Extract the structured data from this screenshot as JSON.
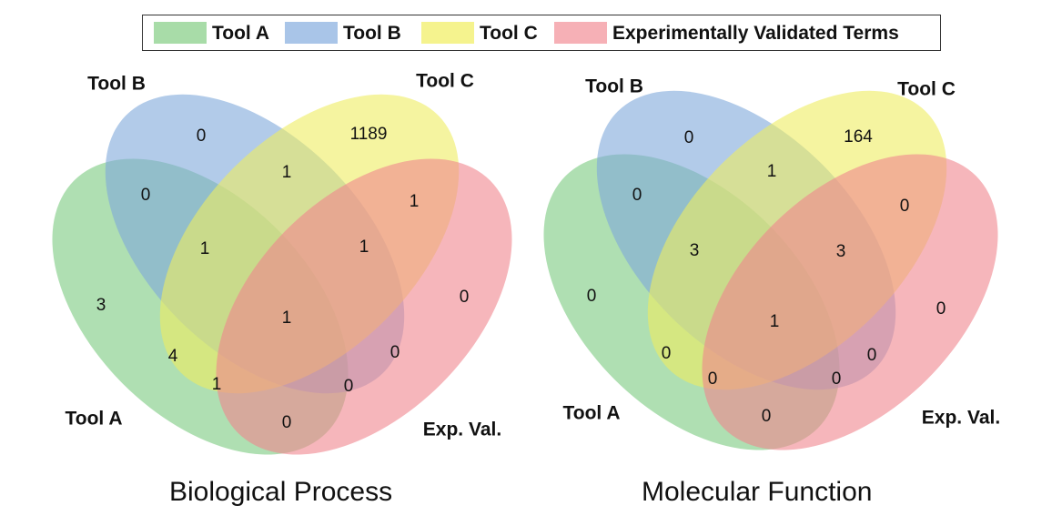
{
  "legend": [
    {
      "label": "Tool A",
      "color": "#8fd694"
    },
    {
      "label": "Tool B",
      "color": "#8db3e2"
    },
    {
      "label": "Tool C",
      "color": "#f1ef7c"
    },
    {
      "label": "Experimentally Validated Terms",
      "color": "#f59aa2"
    }
  ],
  "colors": {
    "tool_a": "#79c97f",
    "tool_b": "#7fa8da",
    "tool_c": "#eeec60",
    "exp_val": "#f0858e"
  },
  "diagrams": [
    {
      "caption": "Biological Process",
      "set_labels": {
        "tool_a": "Tool A",
        "tool_b": "Tool B",
        "tool_c": "Tool C",
        "exp_val": "Exp. Val."
      },
      "regions": {
        "a_only": "3",
        "b_only": "0",
        "c_only": "1189",
        "e_only": "0",
        "ab": "0",
        "bc": "1",
        "ce": "1",
        "ae": "0",
        "ac": "4",
        "be": "0",
        "abc": "1",
        "bce": "1",
        "ace": "1",
        "abe": "0",
        "abce": "1"
      }
    },
    {
      "caption": "Molecular Function",
      "set_labels": {
        "tool_a": "Tool A",
        "tool_b": "Tool B",
        "tool_c": "Tool C",
        "exp_val": "Exp. Val."
      },
      "regions": {
        "a_only": "0",
        "b_only": "0",
        "c_only": "164",
        "e_only": "0",
        "ab": "0",
        "bc": "1",
        "ce": "0",
        "ae": "0",
        "ac": "0",
        "be": "0",
        "abc": "3",
        "bce": "3",
        "ace": "0",
        "abe": "0",
        "abce": "1"
      }
    }
  ]
}
